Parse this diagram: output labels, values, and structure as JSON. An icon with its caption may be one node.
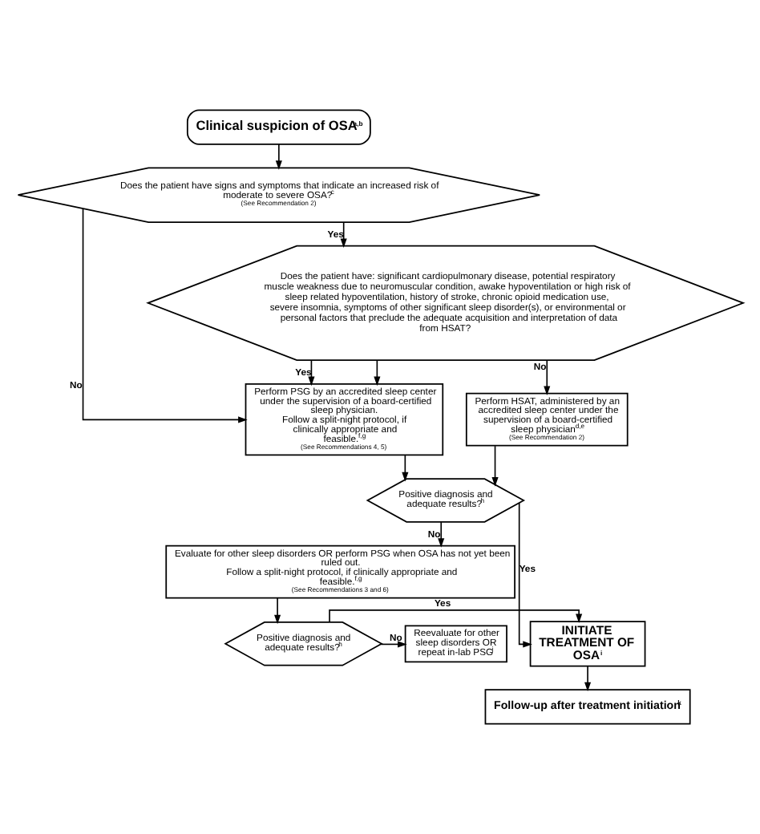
{
  "diagram": {
    "nodes": [
      {
        "text": [
          "Clinical suspicion of OSA$^{a,b}$"
        ]
      },
      {
        "text": [
          "Does the patient have signs and symptoms that indicate an increased risk of moderate to severe OSA?$^{c}$",
          "(See Recommendation 2)"
        ]
      },
      {
        "text": [
          "Does the patient have: significant cardiopulmonary disease, potential respiratory muscle weakness due to neuromuscular condition, awake hypoventilation or high risk of sleep related hypoventilation, history of stroke, chronic opioid medication use, severe insomnia, symptoms of other significant sleep disorder(s), or environmental or personal factors that preclude the adequate acquisition and interpretation of data from HSAT?"
        ]
      },
      {
        "text": [
          "Perform PSG by an accredited sleep center under the supervision of a board-certified sleep physician.",
          "Follow a split-night protocol, if clinically appropriate and feasible.$^{f,g}$",
          "(See Recommendations 4, 5)"
        ]
      },
      {
        "text": [
          "Perform HSAT, administered by an accredited sleep center under the supervision of a board-certified sleep physician$^{d,e}$",
          "(See Recommendation 2)"
        ]
      },
      {
        "text": [
          "Positive diagnosis and adequate results?$^{h}$"
        ]
      },
      {
        "text": [
          "Evaluate for other sleep disorders OR perform PSG when OSA has not yet been ruled out.",
          "Follow a split-night protocol, if clinically appropriate and feasible.$^{f,g}$",
          "(See Recommendations 3 and 6)"
        ]
      },
      {
        "text": [
          "INITIATE TREATMENT OF OSA$^{i}$"
        ]
      },
      {
        "text": [
          "Positive diagnosis and adequate results?$^{h}$"
        ]
      },
      {
        "text": [
          "Reevaluate for other sleep disorders OR repeat in-lab PSG$^{j}$"
        ]
      },
      {
        "text": [
          "Follow-up after treatment initiation$^{k}$"
        ]
      }
    ],
    "edges": [
      {
        "from": 0,
        "to": 1,
        "arrow": "to"
      },
      {
        "from": 1,
        "to": 2,
        "arrow": "to",
        "label": "Yes"
      },
      {
        "from": 1,
        "to": 3,
        "arrow": "to",
        "label": "No"
      },
      {
        "from": 2,
        "to": 3,
        "arrow": "to",
        "label": "Yes"
      },
      {
        "from": 2,
        "to": 4,
        "arrow": "to",
        "label": "No"
      },
      {
        "from": 2,
        "to": 3,
        "arrow": "to"
      },
      {
        "from": 3,
        "to": 5,
        "arrow": "to"
      },
      {
        "from": 4,
        "to": 5,
        "arrow": "to"
      },
      {
        "from": 5,
        "to": 7,
        "arrow": "to",
        "label": "Yes"
      },
      {
        "from": 5,
        "to": 6,
        "arrow": "to",
        "label": "No"
      },
      {
        "from": 6,
        "to": 8,
        "arrow": "to"
      },
      {
        "from": 8,
        "to": 7,
        "arrow": "to",
        "label": "Yes"
      },
      {
        "from": 8,
        "to": 9,
        "arrow": "to",
        "label": "No"
      },
      {
        "from": 7,
        "to": 10,
        "arrow": "to"
      }
    ]
  }
}
